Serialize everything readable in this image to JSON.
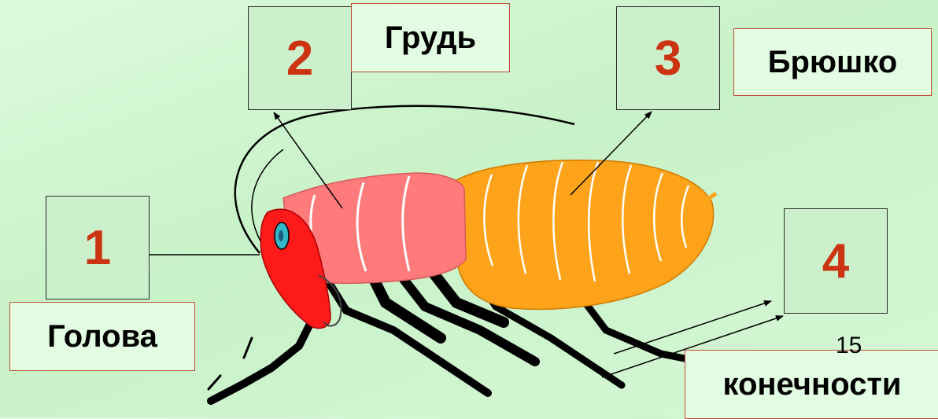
{
  "parts": [
    {
      "number": "1",
      "label": "Голова"
    },
    {
      "number": "2",
      "label": "Грудь"
    },
    {
      "number": "3",
      "label": "Брюшко"
    },
    {
      "number": "4",
      "label": "конечности"
    }
  ],
  "page_number": "15",
  "colors": {
    "head": "#ff1a1a",
    "thorax": "#ff7b7b",
    "abdomen": "#ffa41a",
    "legs": "#000000",
    "number_text": "#cc3311",
    "box_fill": "#ccf0cc",
    "label_border": "#c24a32"
  }
}
